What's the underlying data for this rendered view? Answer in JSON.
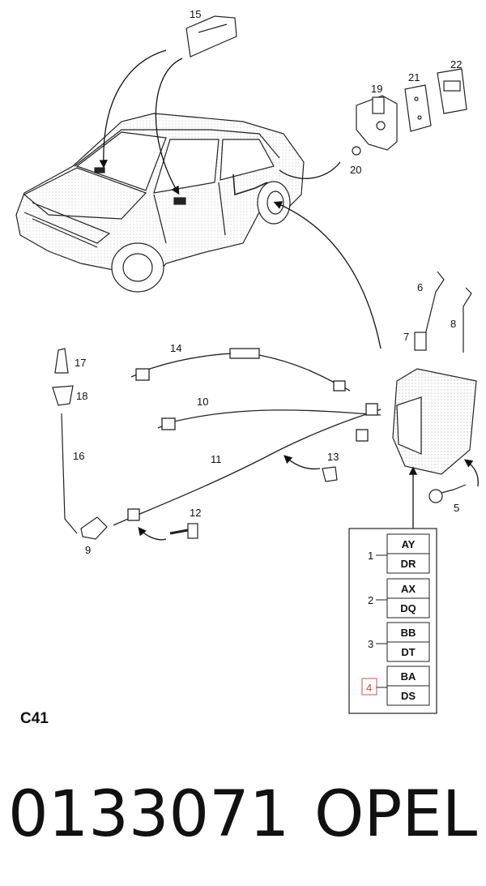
{
  "diagram": {
    "callouts": [
      "1",
      "2",
      "3",
      "4",
      "5",
      "6",
      "7",
      "8",
      "9",
      "10",
      "11",
      "12",
      "13",
      "14",
      "15",
      "16",
      "17",
      "18",
      "19",
      "20",
      "21",
      "22"
    ],
    "variant_table": [
      {
        "index": "1",
        "codes": [
          "AY",
          "DR"
        ]
      },
      {
        "index": "2",
        "codes": [
          "AX",
          "DQ"
        ]
      },
      {
        "index": "3",
        "codes": [
          "BB",
          "DT"
        ]
      },
      {
        "index": "4",
        "codes": [
          "BA",
          "DS"
        ],
        "highlighted": true
      }
    ],
    "highlight_color": "#e06a6a"
  },
  "sheet_code": "C41",
  "footer": {
    "part_number": "0133071",
    "brand": "OPEL"
  }
}
